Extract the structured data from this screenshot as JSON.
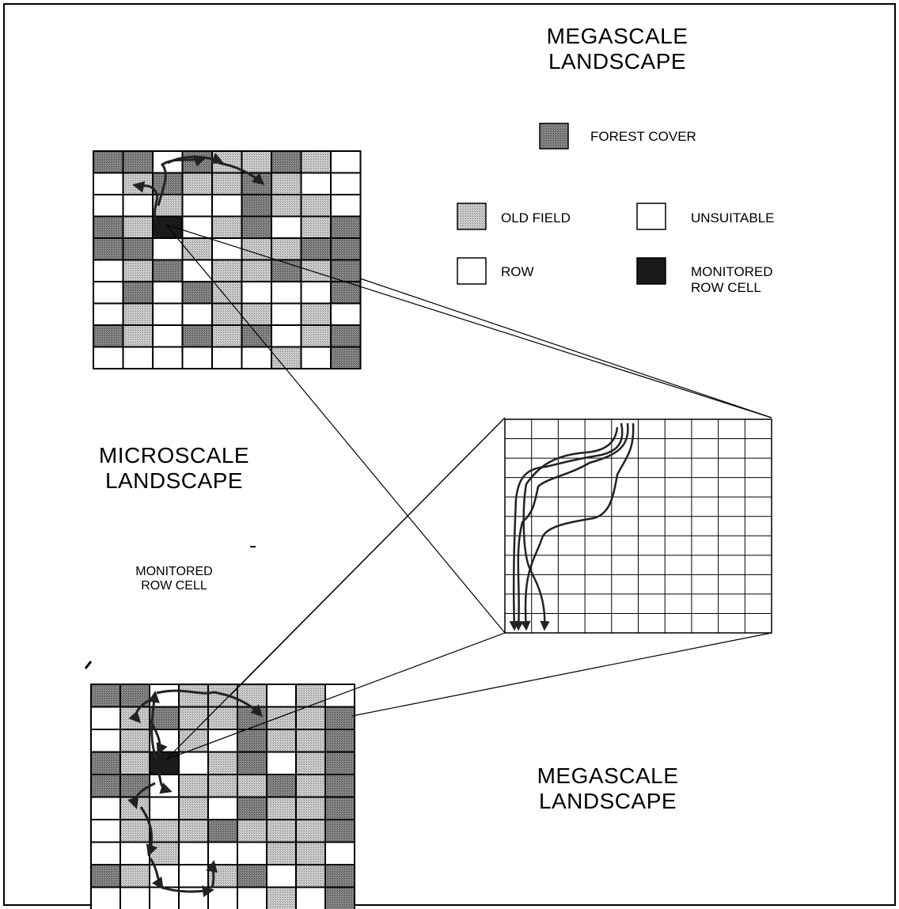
{
  "titles": {
    "top": [
      "MEGASCALE",
      "LANDSCAPE"
    ],
    "middle": [
      "MICROSCALE",
      "LANDSCAPE"
    ],
    "bottom": [
      "MEGASCALE",
      "LANDSCAPE"
    ],
    "inset_label": [
      "MONITORED",
      "ROW CELL"
    ]
  },
  "legend": {
    "forest_cover": "FOREST COVER",
    "old_field": "OLD FIELD",
    "unsuitable": "UNSUITABLE",
    "row": "ROW",
    "monitored": [
      "MONITORED",
      "ROW CELL"
    ]
  },
  "colors": {
    "forest": "#7d7d7d",
    "old_field": "#c4c4c4",
    "row": "#ffffff",
    "unsuitable": "#ffffff",
    "monitored": "#1a1a1a"
  },
  "grid_patterns": {
    "top": [
      "FFWFOOFOW",
      "WOFOOFOWW",
      "WWOWWFOOW",
      "FOMWOFWOF",
      "FFWOWOOFF",
      "WOFWOOFOF",
      "WFWFOWWWF",
      "WOWWOOWOW",
      "FOWFOFWOF",
      "WWWWWWOWF"
    ],
    "bottom": [
      "FFWOOOWOW",
      "WOFOOFOOF",
      "WOWOWFOOF",
      "FOMWOFWOF",
      "FFWOOOFOF",
      "WOWOWFOOF",
      "WOOOFOOOF",
      "WWOWWWOOW",
      "FOWWOFWOF",
      "WWWWWWOWF"
    ]
  }
}
